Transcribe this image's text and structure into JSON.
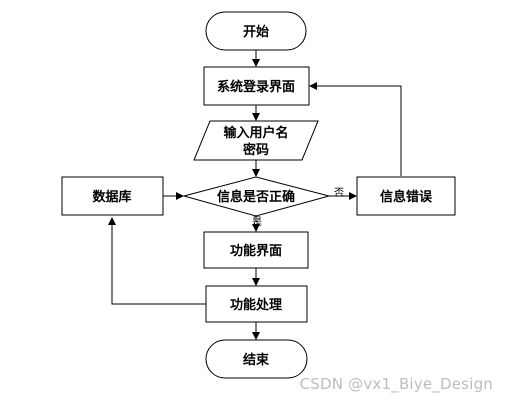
{
  "nodes": {
    "start": "开始",
    "login": "系统登录界面",
    "input_line1": "输入用户名",
    "input_line2": "密码",
    "check": "信息是否正确",
    "database": "数据库",
    "error": "信息错误",
    "function_ui": "功能界面",
    "function_process": "功能处理",
    "end": "结束"
  },
  "edge_labels": {
    "no": "否",
    "yes": "是"
  },
  "watermark": "CSDN @vx1_Biye_Design"
}
